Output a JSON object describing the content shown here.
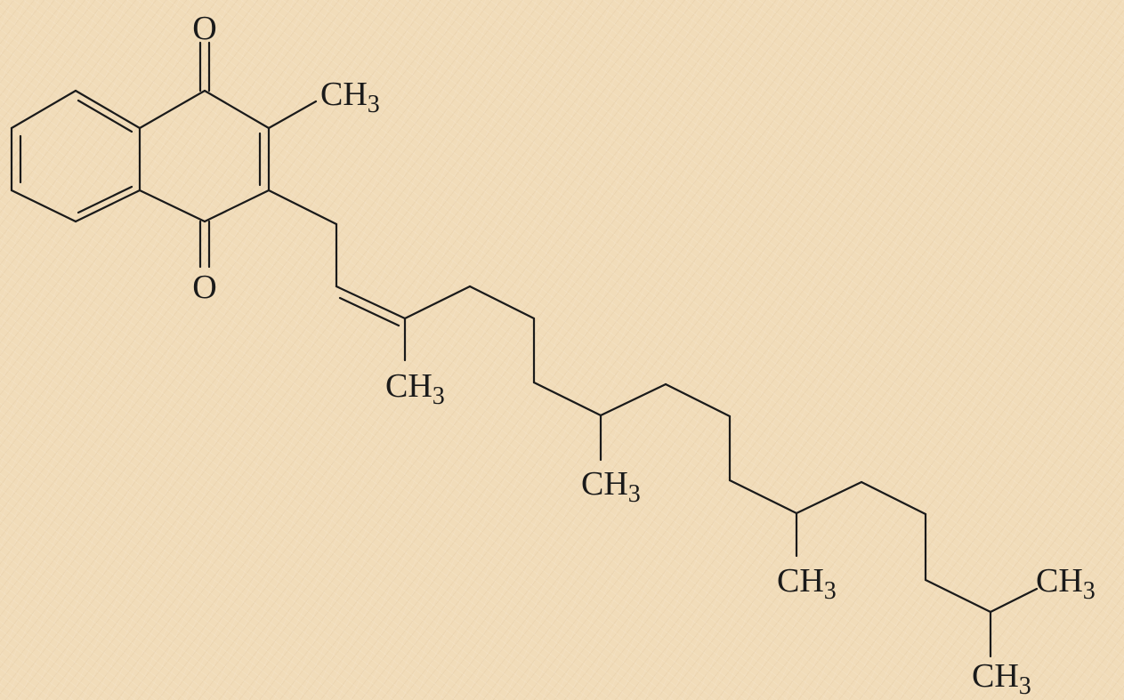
{
  "molecule": {
    "labels": {
      "oxygen_top": "O",
      "oxygen_bottom": "O",
      "methyl_ring": {
        "main": "CH",
        "sub": "3"
      },
      "methyl_branch_1": {
        "main": "CH",
        "sub": "3"
      },
      "methyl_branch_2": {
        "main": "CH",
        "sub": "3"
      },
      "methyl_branch_3": {
        "main": "CH",
        "sub": "3"
      },
      "methyl_terminal_a": {
        "main": "CH",
        "sub": "3"
      },
      "methyl_terminal_b": {
        "main": "CH",
        "sub": "3"
      }
    },
    "colors": {
      "background": "#f1dcb9",
      "ink": "#1a1a1a"
    }
  }
}
